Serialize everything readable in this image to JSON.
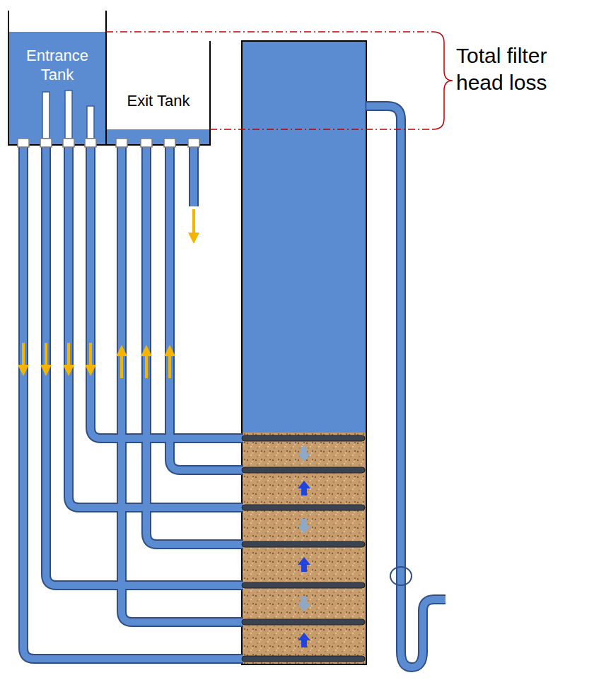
{
  "diagram": {
    "nodes": [
      {
        "text": [
          "Entrance Tank"
        ]
      },
      {
        "text": [
          "Exit Tank"
        ]
      }
    ],
    "labels": [
      "Total filter head loss"
    ]
  }
}
